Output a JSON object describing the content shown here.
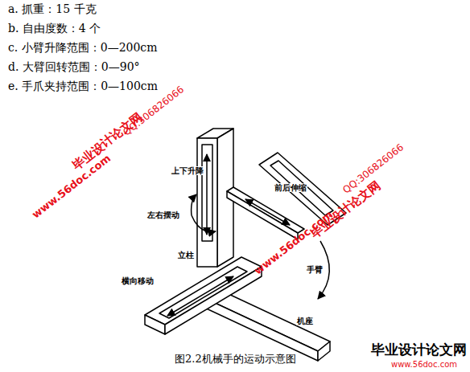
{
  "diagram": {
    "caption": "图2.2机械手的运动示意图",
    "labels": [
      "a. 抓重：15 千克",
      "b. 自由度数：4 个",
      "c. 小臂升降范围：0—200cm",
      "d. 大臂回转范围：0—90°",
      "e. 手爪夹持范围：0—100cm",
      "毕业设计论文网",
      "QQ:306826066",
      "www.56doc.com",
      "上下升降",
      "前后伸缩",
      "左右摆动",
      "立柱",
      "横向移动",
      "www.56doc.com",
      "QQ:306826066",
      "毕业设计论文网",
      "手臂",
      "机座",
      "毕业设计论文网",
      "www.56doc.com"
    ]
  }
}
